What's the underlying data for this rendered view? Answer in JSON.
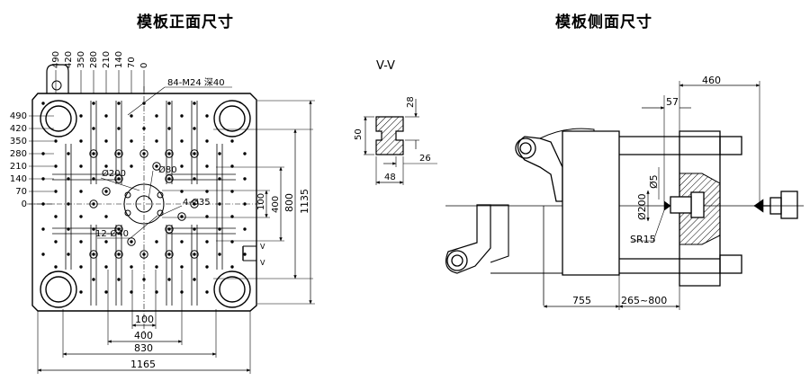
{
  "titles": {
    "front": "模板正面尺寸",
    "side": "模板侧面尺寸"
  },
  "front_view": {
    "top_ticks": [
      "490",
      "420",
      "350",
      "280",
      "210",
      "140",
      "70",
      "0"
    ],
    "left_ticks": [
      "490",
      "420",
      "350",
      "280",
      "210",
      "140",
      "70",
      "0"
    ],
    "callouts": {
      "tapped_holes": "84-M24 深40",
      "center_ring": "Ø200",
      "center_hole": "Ø80",
      "four_holes": "4-Ø35",
      "twelve_holes": "12-Ø40"
    },
    "dims": {
      "d100_v": "100",
      "d400_v": "400",
      "d800_v": "800",
      "d1135_v": "1135",
      "d100_h": "100",
      "d400_h": "400",
      "d830_h": "830",
      "d1165_h": "1165"
    },
    "section_marks": [
      "V",
      "V"
    ]
  },
  "section_vv": {
    "label": "V-V",
    "dims": {
      "d28": "28",
      "d50": "50",
      "d26": "26",
      "d48": "48"
    }
  },
  "side_view": {
    "dims": {
      "d460": "460",
      "d57": "57",
      "d5": "Ø5",
      "d200": "Ø200",
      "sr15": "SR15",
      "d755": "755",
      "d265_800": "265~800"
    }
  }
}
